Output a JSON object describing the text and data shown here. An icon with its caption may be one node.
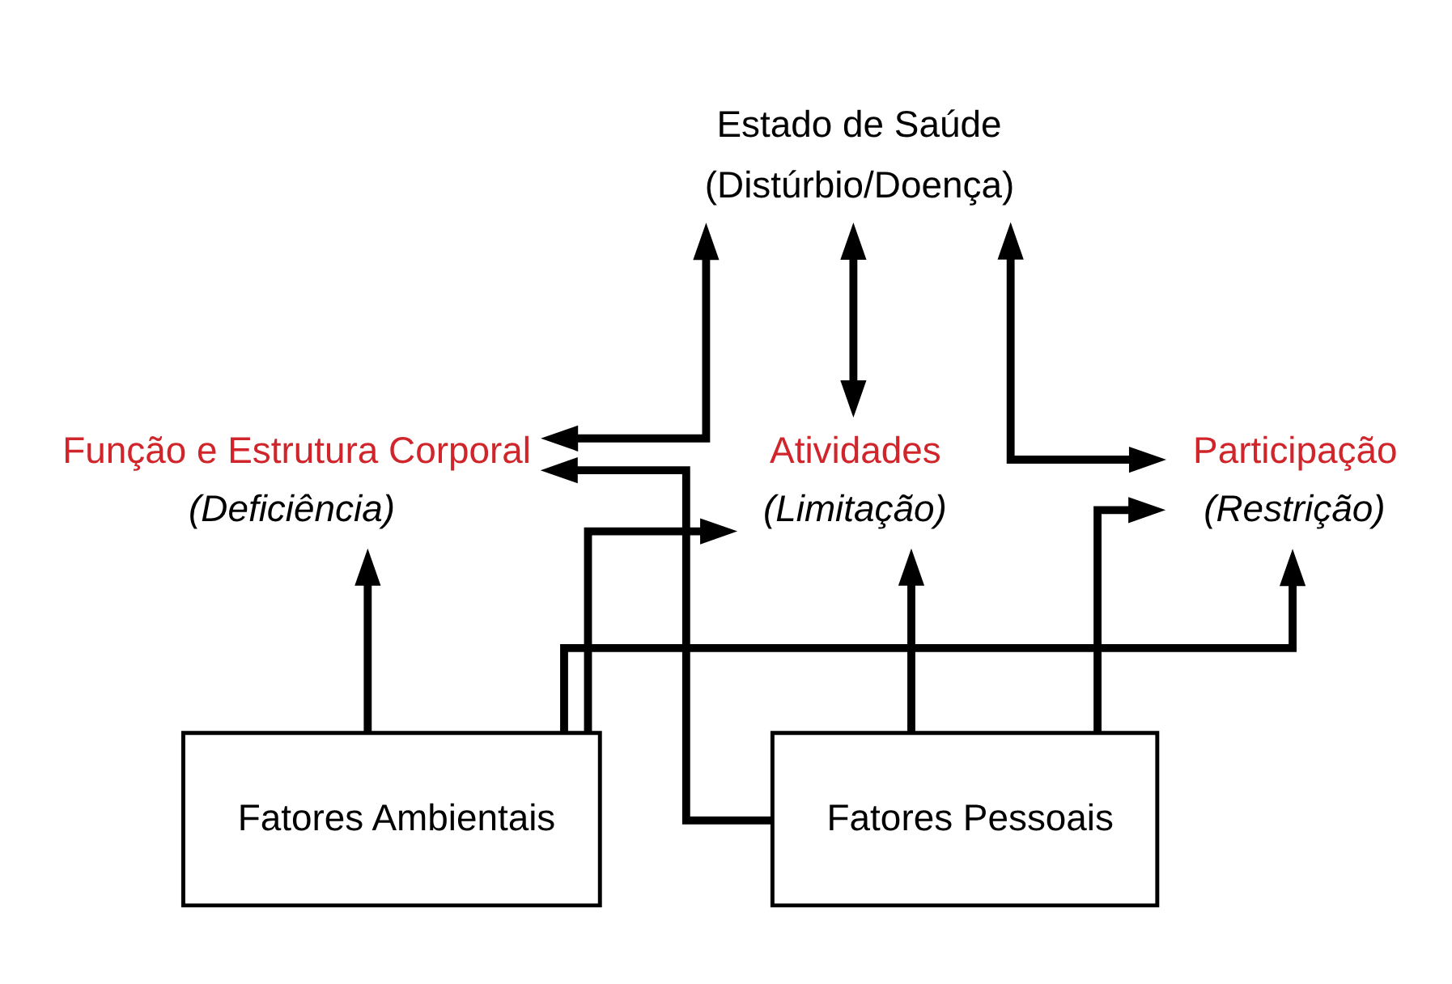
{
  "diagram": {
    "nodes": [
      {
        "text": [
          "Estado de Saúde",
          "(Distúrbio/Doença)"
        ]
      },
      {
        "text": [
          "Função e Estrutura Corporal",
          "(Deficiência)"
        ]
      },
      {
        "text": [
          "Atividades",
          "(Limitação)"
        ]
      },
      {
        "text": [
          "Participação",
          "(Restrição)"
        ]
      },
      {
        "text": [
          "Fatores Ambientais"
        ]
      },
      {
        "text": [
          "Fatores Pessoais"
        ]
      }
    ],
    "edges": [
      {
        "from": 0,
        "to": 1,
        "arrow": "both"
      },
      {
        "from": 0,
        "to": 2,
        "arrow": "both"
      },
      {
        "from": 0,
        "to": 3,
        "arrow": "both"
      },
      {
        "from": 4,
        "to": 1,
        "arrow": "to"
      },
      {
        "from": 4,
        "to": 2,
        "arrow": "to"
      },
      {
        "from": 4,
        "to": 3,
        "arrow": "to"
      },
      {
        "from": 5,
        "to": 1,
        "arrow": "to"
      },
      {
        "from": 5,
        "to": 2,
        "arrow": "to"
      },
      {
        "from": 5,
        "to": 3,
        "arrow": "to"
      }
    ]
  }
}
